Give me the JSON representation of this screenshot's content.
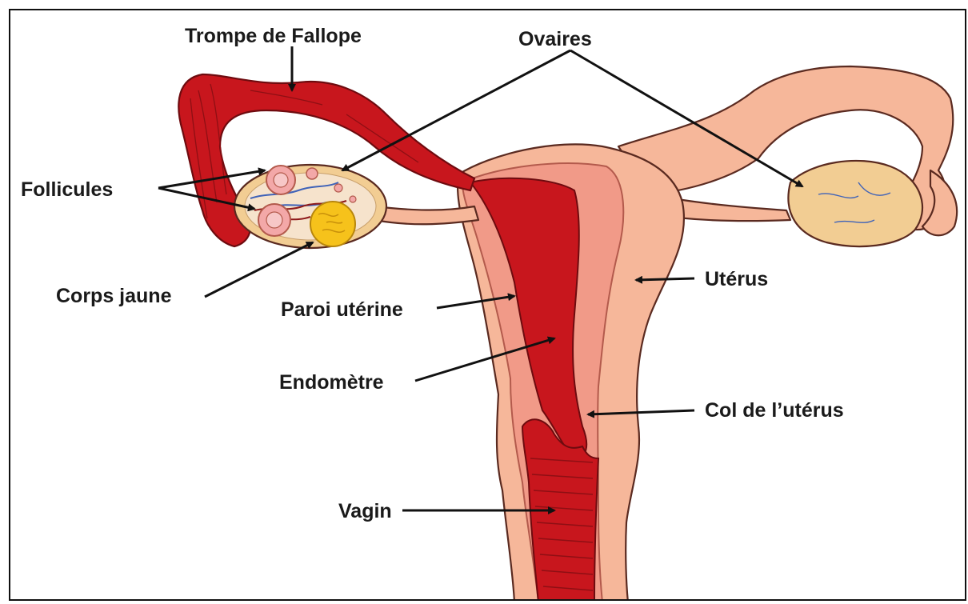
{
  "labels": {
    "trompe": "Trompe de Fallope",
    "ovaires": "Ovaires",
    "follicules": "Follicules",
    "corps_jaune": "Corps jaune",
    "paroi": "Paroi utérine",
    "endometre": "Endomètre",
    "uterus": "Utérus",
    "col": "Col de l’utérus",
    "vagin": "Vagin"
  },
  "colors": {
    "tissue_light": "#f6b79a",
    "tissue_outline": "#5a2a20",
    "muscle_red": "#c8161d",
    "muscle_dark": "#8e0f14",
    "wall_pink": "#f19a88",
    "ovary_tan": "#f2cd93",
    "corpus_luteum": "#f6c21b",
    "vessel_blue": "#3f62b8",
    "vessel_red": "#8e1a1a"
  }
}
